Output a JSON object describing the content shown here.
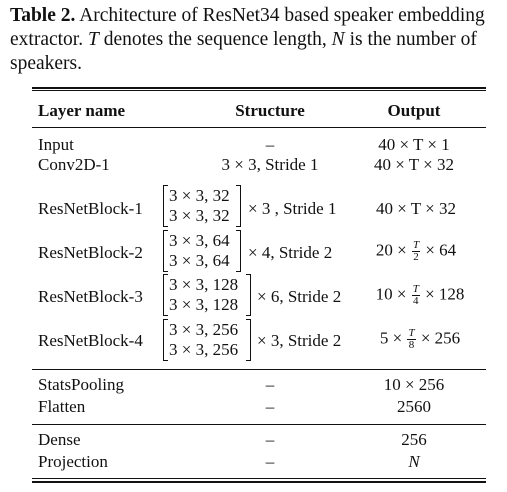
{
  "caption": {
    "label": "Table 2.",
    "line1_rest": "Architecture of ResNet34 based speaker embedding",
    "line2_pre": "extractor.",
    "T": "T",
    "line2_mid": "denotes the sequence length,",
    "N": "N",
    "line2_post": "is the number of",
    "line3": "speakers."
  },
  "headers": {
    "layer": "Layer name",
    "structure": "Structure",
    "output": "Output"
  },
  "rows": {
    "input": {
      "layer": "Input",
      "structure": "–",
      "output": "40 × T × 1"
    },
    "conv": {
      "layer": "Conv2D-1",
      "structure": "3 × 3, Stride 1",
      "output": "40 × T × 32"
    },
    "rb1": {
      "layer": "ResNetBlock-1",
      "m1": "3 × 3, 32",
      "m2": "3 × 3, 32",
      "suffix": "× 3 , Stride 1",
      "output": "40 × T × 32"
    },
    "rb2": {
      "layer": "ResNetBlock-2",
      "m1": "3 × 3, 64",
      "m2": "3 × 3, 64",
      "suffix": "× 4, Stride 2",
      "out_pre": "20 ×",
      "num": "T",
      "den": "2",
      "out_post": "× 64"
    },
    "rb3": {
      "layer": "ResNetBlock-3",
      "m1": "3 × 3, 128",
      "m2": "3 × 3, 128",
      "suffix": "× 6, Stride 2",
      "out_pre": "10 ×",
      "num": "T",
      "den": "4",
      "out_post": "× 128"
    },
    "rb4": {
      "layer": "ResNetBlock-4",
      "m1": "3 × 3, 256",
      "m2": "3 × 3, 256",
      "suffix": "× 3, Stride 2",
      "out_pre": "5 ×",
      "num": "T",
      "den": "8",
      "out_post": "× 256"
    },
    "stats": {
      "layer": "StatsPooling",
      "structure": "–",
      "output": "10 × 256"
    },
    "flatten": {
      "layer": "Flatten",
      "structure": "–",
      "output": "2560"
    },
    "dense": {
      "layer": "Dense",
      "structure": "–",
      "output": "256"
    },
    "proj": {
      "layer": "Projection",
      "structure": "–",
      "output": "N"
    }
  }
}
